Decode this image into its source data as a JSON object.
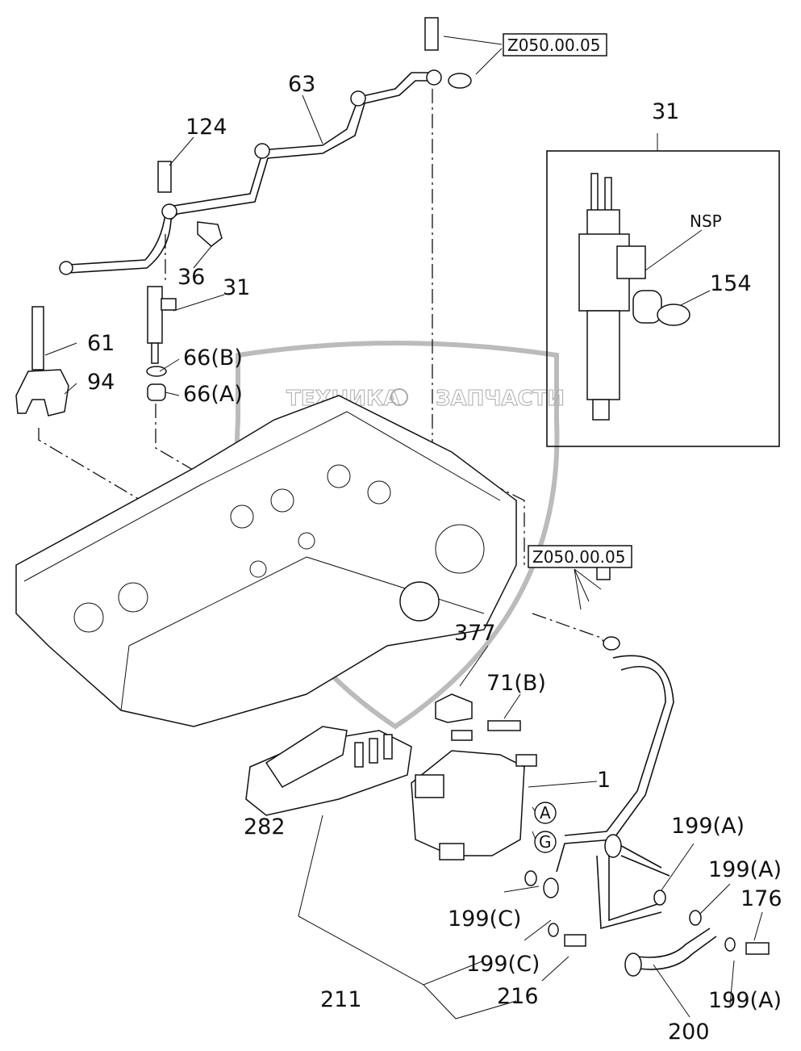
{
  "watermark": {
    "left": "ТЕХНИКА",
    "right": "ЗАПЧАСТИ",
    "logo": "ЭПФ"
  },
  "refs": {
    "top": "Z050.00.05",
    "middle": "Z050.00.05"
  },
  "detail_box": {
    "part": "31",
    "nsp": "NSP",
    "oring": "154"
  },
  "labels": {
    "p63": "63",
    "p124": "124",
    "p36": "36",
    "p31": "31",
    "p61": "61",
    "p94": "94",
    "p66b": "66(B)",
    "p66a": "66(A)",
    "p377": "377",
    "p71b": "71(B)",
    "p1": "1",
    "p282": "282",
    "p199a1": "199(A)",
    "p199a2": "199(A)",
    "p199a3": "199(A)",
    "p176": "176",
    "p199c1": "199(C)",
    "p199c2": "199(C)",
    "p211": "211",
    "p216": "216",
    "p200": "200"
  },
  "circle_marks": {
    "a": "A",
    "g": "G"
  }
}
